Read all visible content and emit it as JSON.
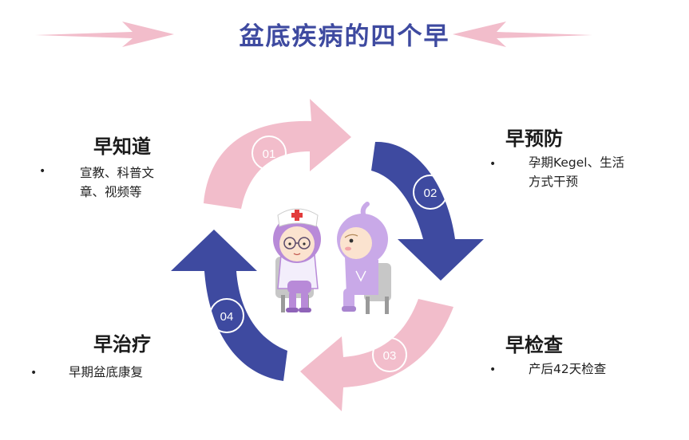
{
  "title": "盆底疾病的四个早",
  "colors": {
    "navy": "#3e4aa0",
    "pink": "#f2bdcb",
    "nurse_purple": "#b88ad8",
    "patient_lilac": "#c9a9e8",
    "cross_red": "#e23b3b"
  },
  "steps": [
    {
      "num": "01",
      "title": "早知道",
      "lines": [
        "宣教、科普文",
        "章、视频等"
      ]
    },
    {
      "num": "02",
      "title": "早预防",
      "lines": [
        "孕期Kegel、生活",
        "方式干预"
      ]
    },
    {
      "num": "03",
      "title": "早检查",
      "lines": [
        "产后42天检查"
      ]
    },
    {
      "num": "04",
      "title": "早治疗",
      "lines": [
        "早期盆底康复"
      ]
    }
  ],
  "bullet_char": "•"
}
